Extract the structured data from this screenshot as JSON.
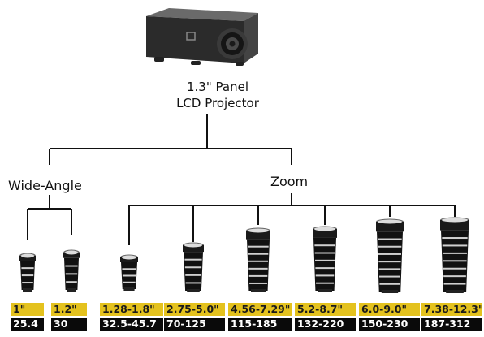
{
  "projector": {
    "title_line1": "1.3\" Panel",
    "title_line2": "LCD Projector"
  },
  "groups": {
    "wide_angle": "Wide-Angle",
    "zoom": "Zoom"
  },
  "colors": {
    "inch_bg": "#e4c21e",
    "mm_bg": "#0a0a0a"
  },
  "lenses": [
    {
      "group": "wide_angle",
      "inches": "1\"",
      "mm": "25.4"
    },
    {
      "group": "wide_angle",
      "inches": "1.2\"",
      "mm": "30"
    },
    {
      "group": "zoom",
      "inches": "1.28-1.8\"",
      "mm": "32.5-45.7"
    },
    {
      "group": "zoom",
      "inches": "2.75-5.0\"",
      "mm": "70-125"
    },
    {
      "group": "zoom",
      "inches": "4.56-7.29\"",
      "mm": "115-185"
    },
    {
      "group": "zoom",
      "inches": "5.2-8.7\"",
      "mm": "132-220"
    },
    {
      "group": "zoom",
      "inches": "6.0-9.0\"",
      "mm": "150-230"
    },
    {
      "group": "zoom",
      "inches": "7.38-12.3\"",
      "mm": "187-312"
    }
  ]
}
